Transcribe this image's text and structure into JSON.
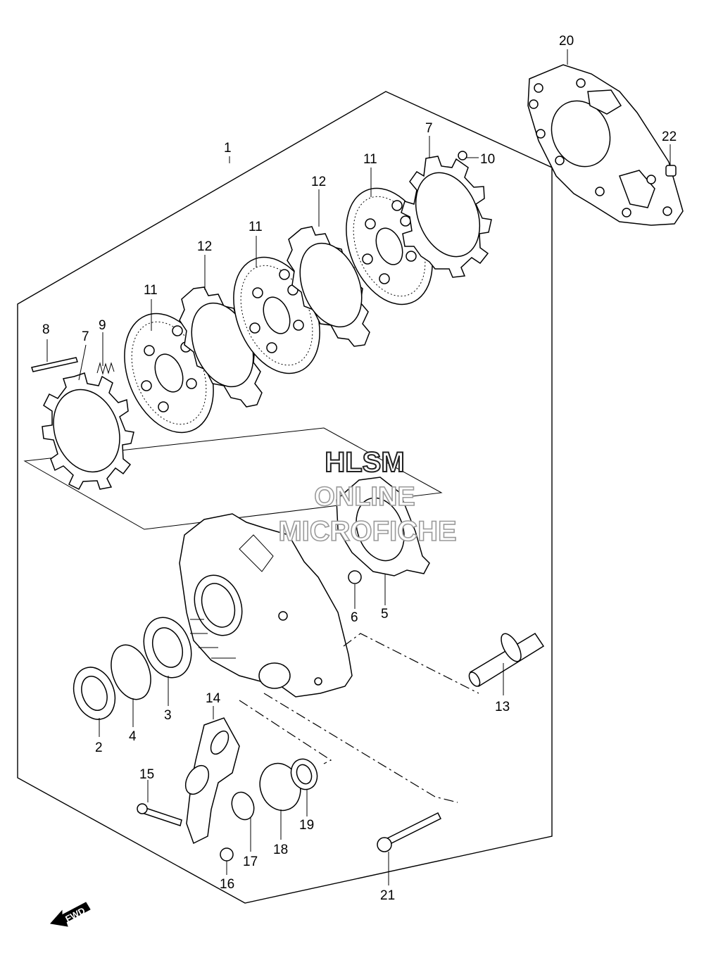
{
  "diagram": {
    "callouts": {
      "c1": "1",
      "c2": "2",
      "c3": "3",
      "c4": "4",
      "c5": "5",
      "c6": "6",
      "c7a": "7",
      "c7b": "7",
      "c8": "8",
      "c9": "9",
      "c10": "10",
      "c11a": "11",
      "c11b": "11",
      "c11c": "11",
      "c12a": "12",
      "c12b": "12",
      "c13": "13",
      "c14": "14",
      "c15": "15",
      "c16": "16",
      "c17": "17",
      "c18": "18",
      "c19": "19",
      "c20": "20",
      "c21": "21",
      "c22": "22"
    },
    "watermark": {
      "line1": "HLSM",
      "line2": "ONLINE",
      "line3": "MICROFICHE"
    },
    "fwd_label": "FWD"
  }
}
